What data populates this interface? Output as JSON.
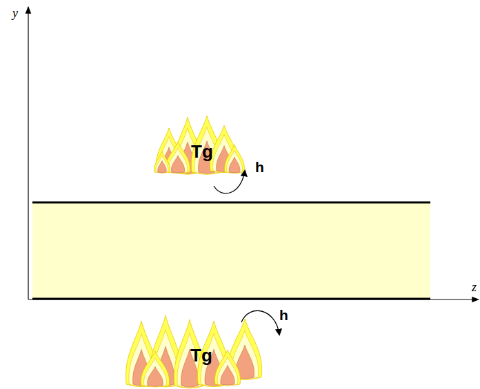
{
  "diagram": {
    "labels": [
      "y",
      "z",
      "Tg",
      "h",
      "Tg",
      "h"
    ]
  }
}
